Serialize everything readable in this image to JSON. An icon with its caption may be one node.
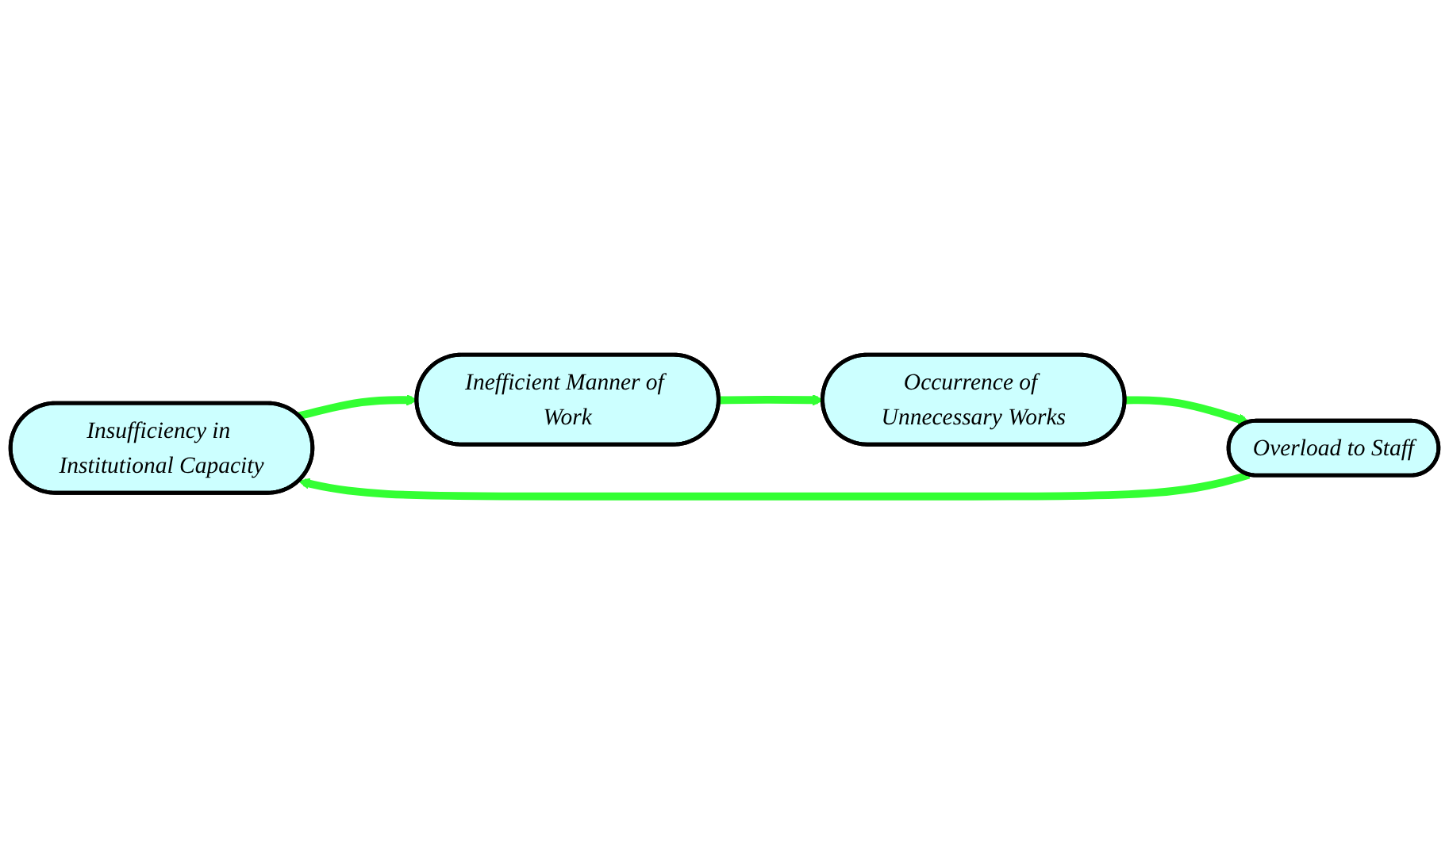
{
  "diagram": {
    "nodes": [
      {
        "text": [
          "Insufficiency in Institutional Capacity"
        ]
      },
      {
        "text": [
          "Inefficient Manner of Work"
        ]
      },
      {
        "text": [
          "Occurrence of Unnecessary Works"
        ]
      },
      {
        "text": [
          "Overload to Staff"
        ]
      }
    ],
    "edges": [
      {
        "from": 0,
        "to": 1,
        "arrow": "to"
      },
      {
        "from": 1,
        "to": 2,
        "arrow": "to"
      },
      {
        "from": 2,
        "to": 3,
        "arrow": "to"
      },
      {
        "from": 3,
        "to": 0,
        "arrow": "to"
      }
    ]
  }
}
